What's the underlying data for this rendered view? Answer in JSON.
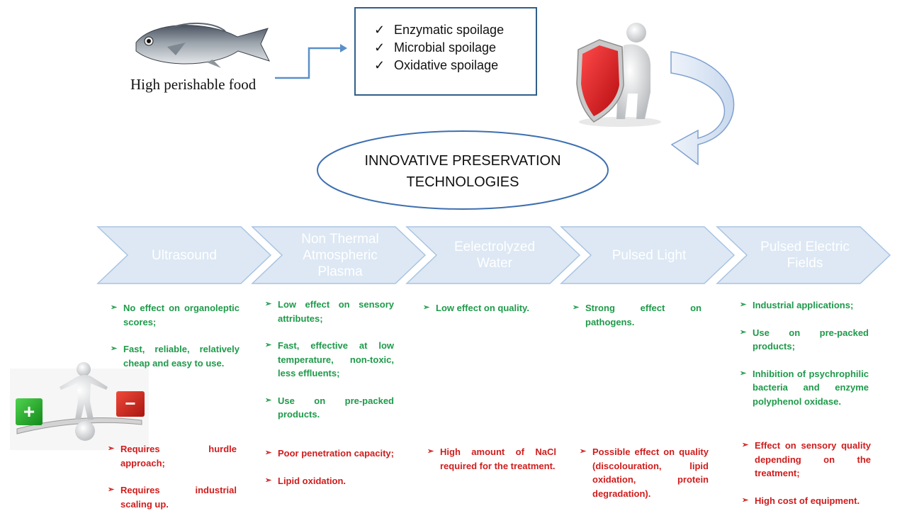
{
  "top": {
    "perishable_label": "High perishable food",
    "spoilage": [
      "Enzymatic spoilage",
      "Microbial spoilage",
      "Oxidative spoilage"
    ],
    "check_glyph": "✓"
  },
  "center": {
    "title_line1": "INNOVATIVE PRESERVATION",
    "title_line2": "TECHNOLOGIES"
  },
  "technologies": [
    {
      "label_lines": [
        "Ultrasound"
      ]
    },
    {
      "label_lines": [
        "Non Thermal",
        "Atmospheric",
        "Plasma"
      ]
    },
    {
      "label_lines": [
        "Eelectrolyzed",
        "Water"
      ]
    },
    {
      "label_lines": [
        "Pulsed Light"
      ]
    },
    {
      "label_lines": [
        "Pulsed Electric",
        "Fields"
      ]
    }
  ],
  "pros": {
    "ultrasound": [
      "No effect on organoleptic scores;",
      "Fast, reliable, relatively cheap and easy to use."
    ],
    "plasma": [
      "Low effect on sensory attributes;",
      "Fast, effective at low temperature, non-toxic, less effluents;",
      "Use on pre-packed products."
    ],
    "water": [
      "Low effect on quality."
    ],
    "light": [
      "Strong effect on pathogens."
    ],
    "pef": [
      "Industrial applications;",
      "Use on pre-packed products;",
      "Inhibition of psychrophilic bacteria and enzyme polyphenol oxidase."
    ]
  },
  "cons": {
    "ultrasound": [
      "Requires hurdle approach;",
      "Requires industrial scaling up."
    ],
    "plasma": [
      "Poor penetration capacity;",
      "Lipid oxidation."
    ],
    "water": [
      "High amount of NaCl required for the treatment."
    ],
    "light": [
      "Possible effect on quality (discolouration, lipid oxidation, protein degradation)."
    ],
    "pef": [
      "Effect on sensory quality depending on the treatment;",
      "High cost of equipment."
    ]
  },
  "icons": {
    "fish": "fish-icon",
    "shield": "shield-figure-icon",
    "balance": "balance-figure-icon",
    "plus_glyph": "+",
    "minus_glyph": "−",
    "arrow_glyph": "➢"
  },
  "colors": {
    "chevron_fill": "#dde8f4",
    "chevron_stroke": "#a9c4e2",
    "pro_text": "#1e9a4a",
    "con_text": "#d01c1c",
    "box_border": "#2f5f8a",
    "shield_red": "#e3151b"
  }
}
